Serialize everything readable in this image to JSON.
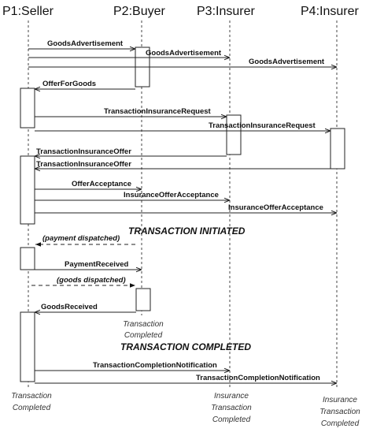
{
  "participants": [
    "P1:Seller",
    "P2:Buyer",
    "P3:Insurer",
    "P4:Insurer"
  ],
  "messages": {
    "m1": "GoodsAdvertisement",
    "m2": "GoodsAdvertisement",
    "m3": "GoodsAdvertisement",
    "m4": "OfferForGoods",
    "m5": "TransactionInsuranceRequest",
    "m6": "TransactionInsuranceRequest",
    "m7": "TransactionInsuranceOffer",
    "m8": "TransactionInsuranceOffer",
    "m9": "OfferAcceptance",
    "m10": "InsuranceOfferAcceptance",
    "m11": "InsuranceOfferAcceptance",
    "m12": "(payment dispatched)",
    "m13": "PaymentReceived",
    "m14": "(goods dispatched)",
    "m15": "GoodsReceived",
    "m16": "TransactionCompletionNotification",
    "m17": "TransactionCompletionNotification"
  },
  "phases": {
    "initiated": "TRANSACTION INITIATED",
    "completed": "TRANSACTION COMPLETED"
  },
  "notes": {
    "buyer_1": "Transaction",
    "buyer_2": "Completed",
    "seller_1": "Transaction",
    "seller_2": "Completed",
    "p3_1": "Insurance",
    "p3_2": "Transaction",
    "p3_3": "Completed",
    "p4_1": "Insurance",
    "p4_2": "Transaction",
    "p4_3": "Completed"
  }
}
